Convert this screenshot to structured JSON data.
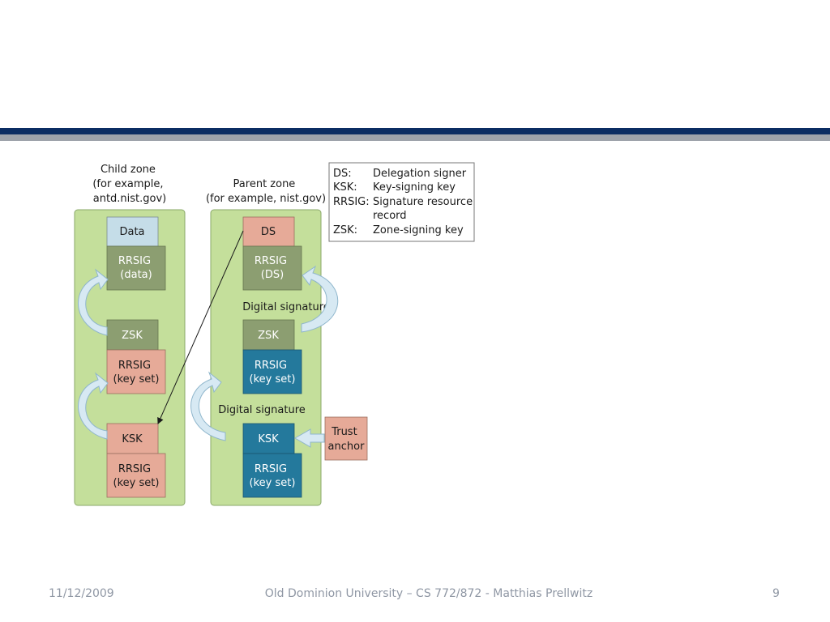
{
  "diagram": {
    "child_zone_title": [
      "Child zone",
      "(for example,",
      "antd.nist.gov)"
    ],
    "parent_zone_title": [
      "Parent zone",
      "(for example, nist.gov)"
    ],
    "child": {
      "data": "Data",
      "rrsig_data": [
        "RRSIG",
        "(data)"
      ],
      "zsk": "ZSK",
      "rrsig_keyset1": [
        "RRSIG",
        "(key set)"
      ],
      "ksk": "KSK",
      "rrsig_keyset2": [
        "RRSIG",
        "(key set)"
      ]
    },
    "parent": {
      "ds": "DS",
      "rrsig_ds": [
        "RRSIG",
        "(DS)"
      ],
      "digital_signature_1": "Digital signature",
      "zsk": "ZSK",
      "rrsig_keyset1": [
        "RRSIG",
        "(key set)"
      ],
      "digital_signature_2": "Digital signature",
      "ksk": "KSK",
      "rrsig_keyset2": [
        "RRSIG",
        "(key set)"
      ]
    },
    "trust_anchor": [
      "Trust",
      "anchor"
    ],
    "legend": [
      {
        "abbr": "DS:",
        "desc": [
          "Delegation signer"
        ]
      },
      {
        "abbr": "KSK:",
        "desc": [
          "Key-signing key"
        ]
      },
      {
        "abbr": "RRSIG:",
        "desc": [
          "Signature resource",
          "record"
        ]
      },
      {
        "abbr": "ZSK:",
        "desc": [
          "Zone-signing key"
        ]
      }
    ]
  },
  "footer": {
    "date": "11/12/2009",
    "center": "Old Dominion University – CS 772/872 - Matthias Prellwitz",
    "page": "9"
  },
  "colors": {
    "panel_fill": "#c4df9b",
    "panel_stroke": "#8aa86a",
    "data_box": "#c5dde8",
    "olive_box": "#8c9e71",
    "salmon_box": "#e6aa98",
    "teal_box": "#24799c",
    "arrow_fill": "#d7e9f3",
    "arrow_stroke": "#8fb6cc"
  }
}
